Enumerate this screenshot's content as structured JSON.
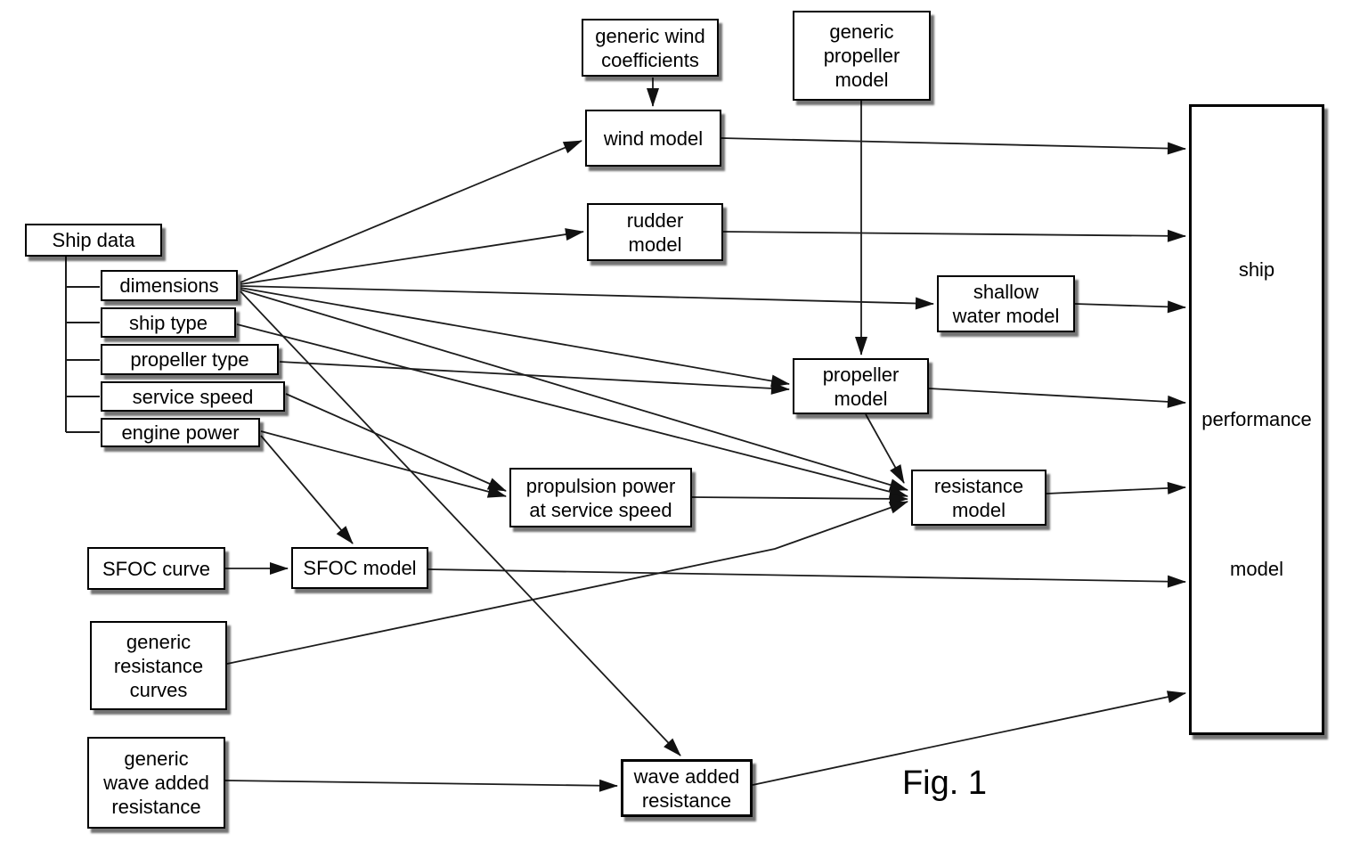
{
  "figure": {
    "caption": "Fig. 1"
  },
  "nodes": {
    "ship_data": {
      "label": "Ship data"
    },
    "dimensions": {
      "label": "dimensions"
    },
    "ship_type": {
      "label": "ship type"
    },
    "propeller_type": {
      "label": "propeller type"
    },
    "service_speed": {
      "label": "service speed"
    },
    "engine_power": {
      "label": "engine power"
    },
    "generic_wind_coefficients": {
      "label": "generic wind\ncoefficients"
    },
    "wind_model": {
      "label": "wind model"
    },
    "generic_propeller_model": {
      "label": "generic\npropeller\nmodel"
    },
    "rudder_model": {
      "label": "rudder\nmodel"
    },
    "shallow_water_model": {
      "label": "shallow\nwater model"
    },
    "propeller_model": {
      "label": "propeller\nmodel"
    },
    "propulsion_power": {
      "label": "propulsion power\nat service speed"
    },
    "resistance_model": {
      "label": "resistance\nmodel"
    },
    "sfoc_curve": {
      "label": "SFOC curve"
    },
    "sfoc_model": {
      "label": "SFOC model"
    },
    "generic_resistance_curves": {
      "label": "generic\nresistance\ncurves"
    },
    "generic_wave_added_resistance": {
      "label": "generic\nwave added\nresistance"
    },
    "wave_added_resistance": {
      "label": "wave added\nresistance"
    },
    "ship_performance_model": {
      "label": "ship\n\nperformance\n\nmodel"
    }
  },
  "edges": [
    {
      "from": "ship_data",
      "to": "dimensions",
      "type": "tree"
    },
    {
      "from": "ship_data",
      "to": "ship_type",
      "type": "tree"
    },
    {
      "from": "ship_data",
      "to": "propeller_type",
      "type": "tree"
    },
    {
      "from": "ship_data",
      "to": "service_speed",
      "type": "tree"
    },
    {
      "from": "ship_data",
      "to": "engine_power",
      "type": "tree"
    },
    {
      "from": "generic_wind_coefficients",
      "to": "wind_model",
      "type": "arrow"
    },
    {
      "from": "dimensions",
      "to": "wind_model",
      "type": "arrow"
    },
    {
      "from": "dimensions",
      "to": "rudder_model",
      "type": "arrow"
    },
    {
      "from": "dimensions",
      "to": "shallow_water_model",
      "type": "arrow"
    },
    {
      "from": "dimensions",
      "to": "propeller_model",
      "type": "arrow"
    },
    {
      "from": "dimensions",
      "to": "resistance_model",
      "type": "arrow"
    },
    {
      "from": "dimensions",
      "to": "wave_added_resistance",
      "type": "arrow"
    },
    {
      "from": "ship_type",
      "to": "resistance_model",
      "type": "arrow"
    },
    {
      "from": "propeller_type",
      "to": "propeller_model",
      "type": "arrow"
    },
    {
      "from": "service_speed",
      "to": "propulsion_power",
      "type": "arrow"
    },
    {
      "from": "engine_power",
      "to": "propulsion_power",
      "type": "arrow"
    },
    {
      "from": "engine_power",
      "to": "sfoc_model",
      "type": "arrow"
    },
    {
      "from": "generic_propeller_model",
      "to": "propeller_model",
      "type": "arrow"
    },
    {
      "from": "propulsion_power",
      "to": "resistance_model",
      "type": "arrow"
    },
    {
      "from": "propeller_model",
      "to": "resistance_model",
      "type": "arrow"
    },
    {
      "from": "generic_resistance_curves",
      "to": "resistance_model",
      "type": "arrow"
    },
    {
      "from": "sfoc_curve",
      "to": "sfoc_model",
      "type": "arrow"
    },
    {
      "from": "generic_wave_added_resistance",
      "to": "wave_added_resistance",
      "type": "arrow"
    },
    {
      "from": "wind_model",
      "to": "ship_performance_model",
      "type": "arrow"
    },
    {
      "from": "rudder_model",
      "to": "ship_performance_model",
      "type": "arrow"
    },
    {
      "from": "shallow_water_model",
      "to": "ship_performance_model",
      "type": "arrow"
    },
    {
      "from": "propeller_model",
      "to": "ship_performance_model",
      "type": "arrow"
    },
    {
      "from": "resistance_model",
      "to": "ship_performance_model",
      "type": "arrow"
    },
    {
      "from": "sfoc_model",
      "to": "ship_performance_model",
      "type": "arrow"
    },
    {
      "from": "wave_added_resistance",
      "to": "ship_performance_model",
      "type": "arrow"
    }
  ],
  "colors": {
    "box_fill": "#ffffff",
    "box_border": "#000000",
    "line": "#1c1c1c",
    "text": "#000000"
  }
}
